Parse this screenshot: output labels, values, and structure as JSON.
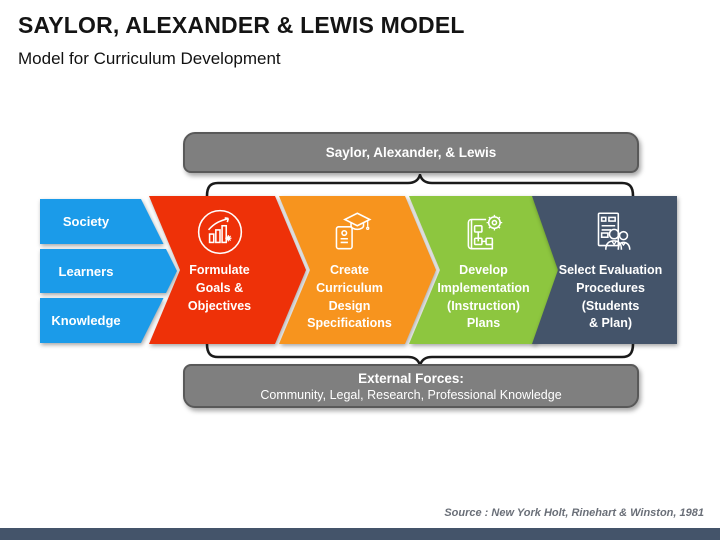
{
  "header": {
    "title": "SAYLOR, ALEXANDER & LEWIS MODEL",
    "subtitle": "Model for Curriculum Development"
  },
  "diagram": {
    "top_banner": "Saylor, Alexander, & Lewis",
    "inputs": [
      {
        "label": "Society"
      },
      {
        "label": "Learners"
      },
      {
        "label": "Knowledge"
      }
    ],
    "steps": [
      {
        "label": "Formulate\nGoals &\nObjectives",
        "icon": "growth-chart-icon",
        "color": "#EE3108"
      },
      {
        "label": "Create\nCurriculum\nDesign\nSpecifications",
        "icon": "curriculum-design-icon",
        "color": "#F7941E"
      },
      {
        "label": "Develop\nImplementation\n(Instruction)\nPlans",
        "icon": "implementation-plan-icon",
        "color": "#8DC63F"
      },
      {
        "label": "Select Evaluation\nProcedures\n(Students\n& Plan)",
        "icon": "evaluation-icon",
        "color": "#44546A"
      }
    ],
    "bottom_banner": {
      "title": "External Forces:",
      "subtitle": "Community, Legal, Research, Professional Knowledge"
    }
  },
  "footer": {
    "source": "Source : New York Holt, Rinehart & Winston, 1981"
  },
  "colors": {
    "input_blue": "#1B9BE9",
    "step_red": "#EE3108",
    "step_orange": "#F7941E",
    "step_green": "#8DC63F",
    "step_slate": "#44546A",
    "banner_gray": "#7F7F7F",
    "banner_border": "#595959",
    "footer_bar": "#44546A"
  }
}
